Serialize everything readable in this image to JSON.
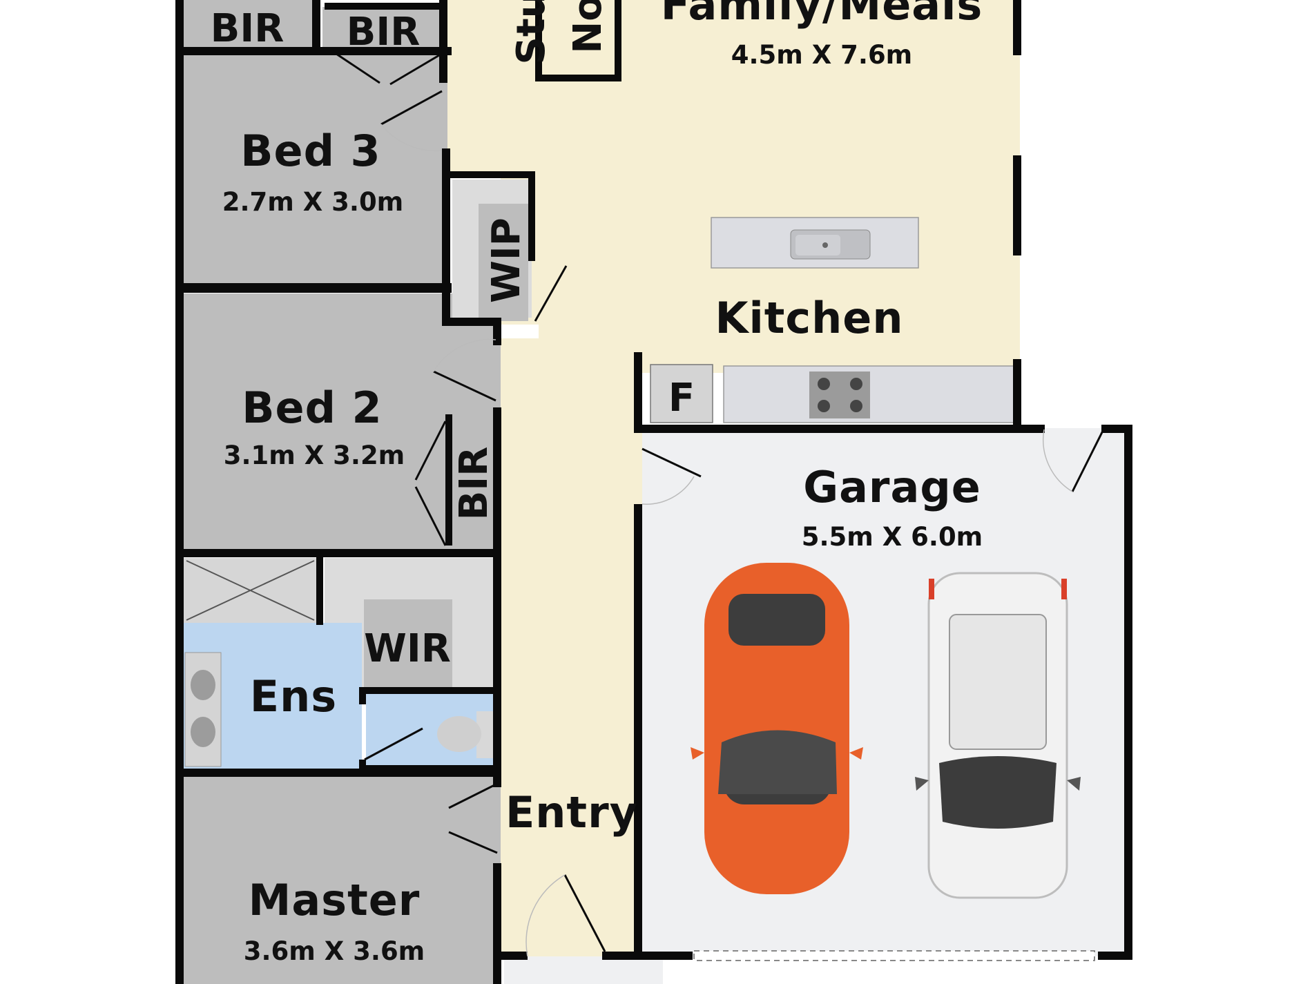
{
  "floorplan": {
    "rooms": {
      "family_meals": {
        "name": "Family/Meals",
        "dims": "4.5m X 7.6m"
      },
      "kitchen": {
        "name": "Kitchen"
      },
      "bed3": {
        "name": "Bed 3",
        "dims": "2.7m X 3.0m"
      },
      "bed2": {
        "name": "Bed 2",
        "dims": "3.1m X 3.2m"
      },
      "master": {
        "name": "Master",
        "dims": "3.6m X 3.6m"
      },
      "garage": {
        "name": "Garage",
        "dims": "5.5m X 6.0m"
      },
      "ensuite": {
        "name": "Ens"
      },
      "entry": {
        "name": "Entry"
      },
      "study": {
        "name": "Stu"
      },
      "nook": {
        "name": "No"
      },
      "bir_top_left": {
        "name": "BIR"
      },
      "bir_top_right": {
        "name": "BIR"
      },
      "bir_bed2": {
        "name": "BIR"
      },
      "wip": {
        "name": "WIP"
      },
      "wir": {
        "name": "WIR"
      },
      "fridge": {
        "name": "F"
      }
    },
    "vehicles": [
      {
        "name": "orange-car",
        "color": "#e8602a"
      },
      {
        "name": "white-suv",
        "color": "#f2f2f2"
      }
    ],
    "colors": {
      "bedroom": "#bdbdbd",
      "living": "#f6efd3",
      "wet_area": "#bcd6f0",
      "garage": "#eff0f2",
      "wall": "#0a0a0a"
    }
  }
}
